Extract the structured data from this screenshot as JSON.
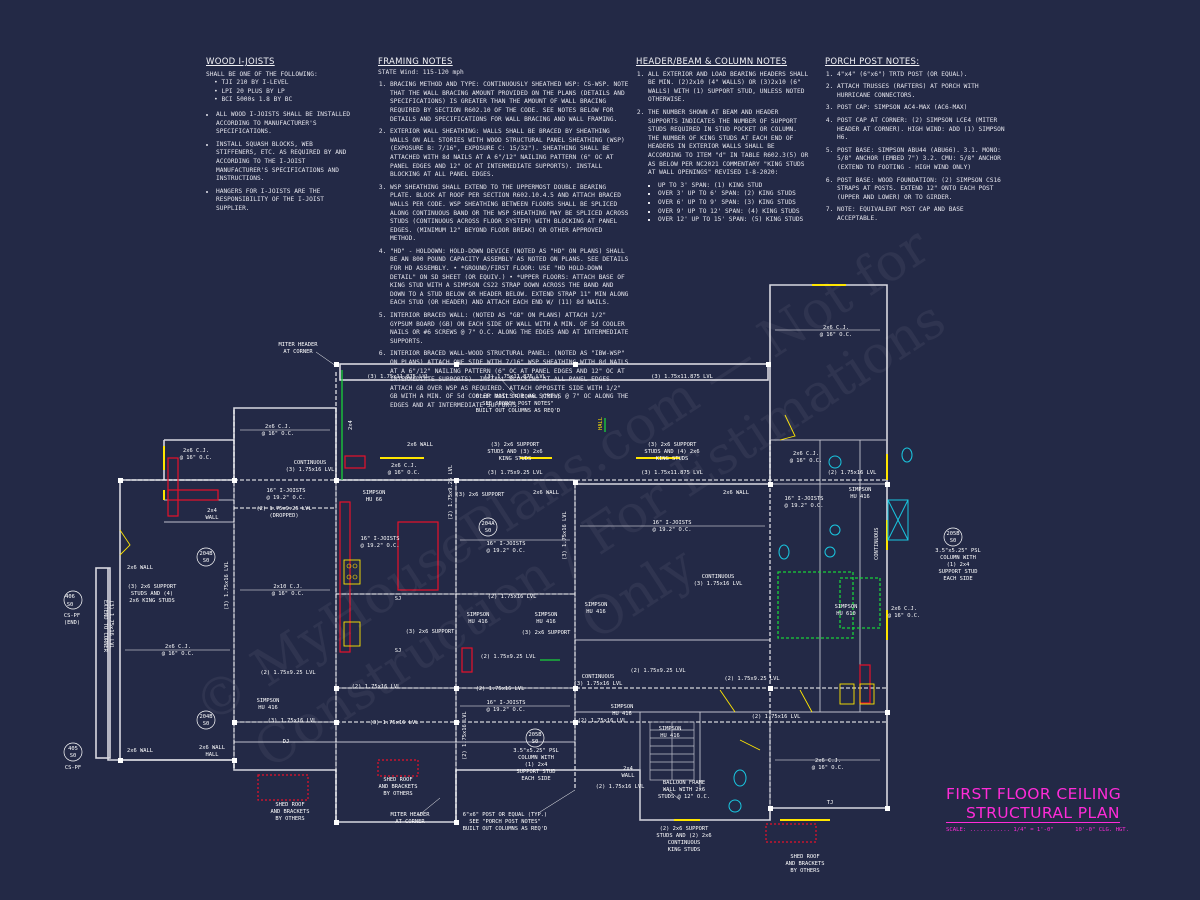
{
  "notes": {
    "wood": {
      "title": "WOOD I-JOISTS",
      "intro": "SHALL BE ONE OF THE FOLLOWING:",
      "options": [
        "• TJI 210 BY I-LEVEL",
        "• LPI 20 PLUS BY LP",
        "• BCI 5000s 1.8 BY BC"
      ],
      "items": [
        "ALL WOOD I-JOISTS SHALL BE INSTALLED ACCORDING TO MANUFACTURER'S SPECIFICATIONS.",
        "INSTALL SQUASH BLOCKS, WEB STIFFENERS, ETC. AS REQUIRED BY AND ACCORDING TO THE I-JOIST MANUFACTURER'S SPECIFICATIONS AND INSTRUCTIONS.",
        "HANGERS FOR I-JOISTS ARE THE RESPONSIBILITY OF THE I-JOIST SUPPLIER."
      ]
    },
    "framing": {
      "title": "FRAMING NOTES",
      "subtitle": "STATE Wind: 115-120 mph",
      "items": [
        "BRACING METHOD AND TYPE: CONTINUOUSLY SHEATHED WSP: CS-WSP. NOTE THAT THE WALL BRACING AMOUNT PROVIDED ON THE PLANS (DETAILS AND SPECIFICATIONS) IS GREATER THAN THE AMOUNT OF WALL BRACING REQUIRED BY SECTION R602.10 OF THE CODE. SEE NOTES BELOW FOR DETAILS AND SPECIFICATIONS FOR WALL BRACING AND WALL FRAMING.",
        "EXTERIOR WALL SHEATHING: WALLS SHALL BE BRACED BY SHEATHING WALLS ON ALL STORIES WITH WOOD STRUCTURAL PANEL SHEATHING (WSP) (EXPOSURE B: 7/16\", EXPOSURE C: 15/32\"). SHEATHING SHALL BE ATTACHED WITH 8d NAILS AT A 6\"/12\" NAILING PATTERN (6\" OC AT PANEL EDGES AND 12\" OC AT INTERMEDIATE SUPPORTS). INSTALL BLOCKING AT ALL PANEL EDGES.",
        "WSP SHEATHING SHALL EXTEND TO THE UPPERMOST DOUBLE BEARING PLATE. BLOCK AT ROOF PER SECTION R602.10.4.5 AND ATTACH BRACED WALLS PER CODE. WSP SHEATHING BETWEEN FLOORS SHALL BE SPLICED ALONG CONTINUOUS BAND OR THE WSP SHEATHING MAY BE SPLICED ACROSS STUDS (CONTINUOUS ACROSS FLOOR SYSTEM) WITH BLOCKING AT PANEL EDGES. (MINIMUM 12\" BEYOND FLOOR BREAK) OR OTHER APPROVED METHOD.",
        "\"HD\" - HOLDOWN: HOLD-DOWN DEVICE (NOTED AS \"HD\" ON PLANS) SHALL BE AN 800 POUND CAPACITY ASSEMBLY AS NOTED ON PLANS. SEE DETAILS FOR HD ASSEMBLY. • *GROUND/FIRST FLOOR: USE \"HD HOLD-DOWN DETAIL\" ON SD SHEET (OR EQUIV.) • *UPPER FLOORS: ATTACH BASE OF KING STUD WITH A SIMPSON CS22 STRAP DOWN ACROSS THE BAND AND DOWN TO A STUD BELOW OR HEADER BELOW. EXTEND STRAP 11\" MIN ALONG EACH STUD (OR HEADER) AND ATTACH EACH END W/ (11) 8d NAILS.",
        "INTERIOR BRACED WALL: (NOTED AS \"GB\" ON PLANS) ATTACH 1/2\" GYPSUM BOARD (GB) ON EACH SIDE OF WALL WITH A MIN. OF 5d COOLER NAILS OR #6 SCREWS @ 7\" O.C. ALONG THE EDGES AND AT INTERMEDIATE SUPPORTS.",
        "INTERIOR BRACED WALL-WOOD STRUCTURAL PANEL: (NOTED AS \"IBW-WSP\" ON PLANS) ATTACH ONE SIDE WITH 7/16\" WSP SHEATHING WITH 8d NAILS AT A 6\"/12\" NAILING PATTERN (6\" OC AT PANEL EDGES AND 12\" OC AT INTERMEDIATE SUPPORTS). INSTALL BLOCKING AT ALL PANEL EDGES. ATTACH GB OVER WSP AS REQUIRED. ATTACH OPPOSITE SIDE WITH 1/2\" GB WITH A MIN. OF 5d COOLER NAILS OR #6 SCREWS @ 7\" OC ALONG THE EDGES AND AT INTERMEDIATE SUPPORTS."
      ]
    },
    "header": {
      "title": "HEADER/BEAM & COLUMN NOTES",
      "items": [
        "ALL EXTERIOR AND LOAD BEARING HEADERS SHALL BE MIN. (2)2x10 (4\" WALLS) OR (3)2x10 (6\" WALLS) WITH (1) SUPPORT STUD, UNLESS NOTED OTHERWISE.",
        "THE NUMBER SHOWN AT BEAM AND HEADER SUPPORTS INDICATES THE NUMBER OF SUPPORT STUDS REQUIRED IN STUD POCKET OR COLUMN. THE NUMBER OF KING STUDS AT EACH END OF HEADERS IN EXTERIOR WALLS SHALL BE ACCORDING TO ITEM \"d\" IN TABLE R602.3(5) OR AS BELOW PER NC2021 COMMENTARY \"KING STUDS AT WALL OPENINGS\" REVISED 1-8-2020:"
      ],
      "spans": [
        "UP TO 3' SPAN: (1) KING STUD",
        "OVER 3' UP TO 6' SPAN: (2) KING STUDS",
        "OVER 6' UP TO 9' SPAN: (3) KING STUDS",
        "OVER 9' UP TO 12' SPAN: (4) KING STUDS",
        "OVER 12' UP TO 15' SPAN: (5) KING STUDS"
      ]
    },
    "porch": {
      "title": "PORCH POST NOTES:",
      "items": [
        "4\"x4\" (6\"x6\") TRTD POST (OR EQUAL).",
        "ATTACH TRUSSES (RAFTERS) AT PORCH WITH HURRICANE CONNECTORS.",
        "POST CAP: SIMPSON AC4-MAX (AC6-MAX)",
        "POST CAP AT CORNER: (2) SIMPSON LCE4 (MITER HEADER AT CORNER). HIGH WIND: ADD (1) SIMPSON H6.",
        "POST BASE: SIMPSON ABU44 (ABU66). 3.1. MONO: 5/8\" ANCHOR (EMBED 7\") 3.2. CMU: 5/8\" ANCHOR (EXTEND TO FOOTING - HIGH WIND ONLY)",
        "POST BASE: WOOD FOUNDATION: (2) SIMPSON CS16 STRAPS AT POSTS. EXTEND 12\" ONTO EACH POST (UPPER AND LOWER) OR TO GIRDER.",
        "NOTE: EQUIVALENT POST CAP AND BASE ACCEPTABLE."
      ]
    }
  },
  "plan": {
    "labels": {
      "cj_top": "2x6 C.J.",
      "cj_top_oc": "@ 16\" O.C.",
      "lvl_a": "(3) 1.75x11.875 LVL",
      "lvl_b": "(3) 1.75x11.875 LVL",
      "lvl_c": "(3) 1.75x11.875 LVL",
      "miter_top": "MITER HEADER",
      "miter_top2": "AT CORNER",
      "post_note1": "6\"x6\" POST OR EQUAL (TYP.)",
      "post_note2": "SEE \"PORCH POST NOTES\"",
      "post_note3": "BUILT OUT COLUMNS AS REQ'D",
      "wall_2x6_a": "2x6 WALL",
      "support_a1": "(3) 2x6 SUPPORT",
      "support_a2": "STUDS AND (3) 2x6",
      "support_a3": "KING STUDS",
      "support_b1": "(3) 2x6 SUPPORT",
      "support_b2": "STUDS AND (4) 2x6",
      "support_b3": "KING STUDS",
      "cont_a": "CONTINUOUS",
      "cont_a2": "(3) 1.75x16 LVL",
      "lvl_d": "(3) 1.75x9.25 LVL",
      "lvl_e": "(3) 1.75x11.875 LVL",
      "simpson_hu66": "SIMPSON",
      "simpson_hu66b": "HU 66",
      "ij_16": "16\" I-JOISTS",
      "ij_16b": "@ 19.2\" O.C.",
      "ij_16_dropped": "(DROPPED)",
      "lvl_f": "(2) 1.75x9.25 LVL",
      "cj_2x6_a": "2x6 C.J.",
      "cj_2x6_aoc": "@ 16\" O.C.",
      "cj_2x10": "2x10 C.J.",
      "cj_2x10oc": "@ 16\" O.C.",
      "cj_2x6_b": "2x6 C.J.",
      "cj_2x6_boc": "@ 16\" O.C.",
      "wall_2x6_b": "2x6 WALL",
      "wall_2x6_c": "2x6 WALL",
      "wall_2x6_d": "2x6 WALL",
      "sup_left1": "(3) 2x6 SUPPORT",
      "sup_left2": "STUDS AND (4)",
      "sup_left3": "2x6 KING STUDS",
      "ij_mid": "16\" I-JOISTS",
      "ij_midoc": "@ 19.2\" O.C.",
      "ij_big": "16\" I-JOISTS",
      "ij_bigoc": "@ 19.2\" O.C.",
      "cont_b": "CONTINUOUS",
      "cont_b2": "(3) 1.75x16 LVL",
      "lvl_g": "(2) 1.75x9.25 LVL",
      "lvl_h": "(2) 1.75x9.25 LVL",
      "lvl_i": "(2) 1.75x16 LVL",
      "lvl_j": "(2) 1.75x16 LVL",
      "lvl_k": "(2) 1.75x16 LVL",
      "lvl_l": "(2) 1.75x16 LVL",
      "lvl_m": "(3) 1.75x16 LVL",
      "simpson_hu416": "SIMPSON",
      "simpson_hu416b": "HU 416",
      "simpson_hu610": "SIMPSON",
      "simpson_hu610b": "HU 610",
      "ij_low": "16\" I-JOISTS",
      "ij_lowoc": "@ 19.2\" O.C.",
      "psl_a1": "3.5\"x5.25\" PSL",
      "psl_a2": "COLUMN WITH",
      "psl_a3": "(1) 2x4",
      "psl_a4": "SUPPORT STUD",
      "psl_a5": "EACH SIDE",
      "psl_b1": "3.5\"x5.25\" PSL",
      "psl_b2": "COLUMN WITH",
      "psl_b3": "(1) 2x4",
      "psl_b4": "SUPPORT STUD",
      "psl_b5": "EACH SIDE",
      "balloon1": "BALLOON FRAME",
      "balloon2": "WALL WITH 2x6",
      "balloon3": "STUDS @ 12\" O.C.",
      "sup_bot1": "(2) 2x6 SUPPORT",
      "sup_bot2": "STUDS AND (2) 2x6",
      "sup_bot3": "CONTINUOUS",
      "sup_bot4": "KING STUDS",
      "shed_a1": "SHED ROOF",
      "shed_a2": "AND BRACKETS",
      "shed_a3": "BY OTHERS",
      "shed_b1": "SHED ROOF",
      "shed_b2": "AND BRACKETS",
      "shed_b3": "BY OTHERS",
      "shed_c1": "SHED ROOF",
      "shed_c2": "AND BRACKETS",
      "shed_c3": "BY OTHERS",
      "miter_bot": "MITER HEADER",
      "miter_bot2": "AT CORNER",
      "post_bot1": "6\"x6\" POST OR EQUAL (TYP.)",
      "post_bot2": "SEE \"PORCH POST NOTES\"",
      "post_bot3": "BUILT OUT COLUMNS AS REQ'D",
      "cj_right_top": "2x6 C.J.",
      "cj_right_topoc": "@ 16\" O.C.",
      "cj_right_mid": "2x6 C.J.",
      "cj_right_midoc": "@ 16\" O.C.",
      "cj_right_bot": "2x6 C.J.",
      "cj_right_botoc": "@ 16\" O.C.",
      "cj_right_a": "2x6 C.J.",
      "cj_right_aoc": "@ 16\" O.C.",
      "cj_right_b": "2x6 C.J.",
      "cj_right_boc": "@ 16\" O.C.",
      "ij_right": "16\" I-JOISTS",
      "ij_rightoc": "@ 19.2\" O.C.",
      "cj_porch_l": "2x6 C.J.",
      "cj_porch_loc": "@ 16\" O.C.",
      "porch_lvl": "(3) 1.75x16 LVL",
      "extend_note": "EXTEND TO CORNER",
      "tag_406": "406",
      "tag_406b": "S0",
      "tag_406c": "CS-PF",
      "tag_406d": "(END)",
      "tag_405": "405",
      "tag_405b": "S0",
      "tag_405c": "CS-PF",
      "tag_204b": "204B",
      "tag_204bs": "S0",
      "tag_205b": "205B",
      "tag_205bs": "S0",
      "tag_206b": "205B",
      "tag_206bs": "S0",
      "tag_204a": "204A",
      "tag_204as": "S0",
      "tag_204c": "204B",
      "tag_204cs": "S0",
      "wall_2x4": "2x4",
      "wall_2x4b": "WALL",
      "hall": "HALL",
      "dj": "DJ",
      "tj": "TJ",
      "sj": "SJ",
      "north": "HALL"
    }
  },
  "title_block": {
    "line1": "FIRST FLOOR CEILING",
    "line2": "STRUCTURAL PLAN",
    "scale": "SCALE: ............ 1/4\" = 1'-0\"",
    "height": "10'-0\" CLG. HGT."
  },
  "watermark": "© MyHousePlans.com — Not for Construction / For Estimations Only",
  "colors": {
    "background": "#232946",
    "wall": "#d8d8e0",
    "beam": "#ffffff",
    "window": "#ffe600",
    "title": "#ff2bd8",
    "accent_red": "#e8102a",
    "accent_green": "#19d13a"
  }
}
